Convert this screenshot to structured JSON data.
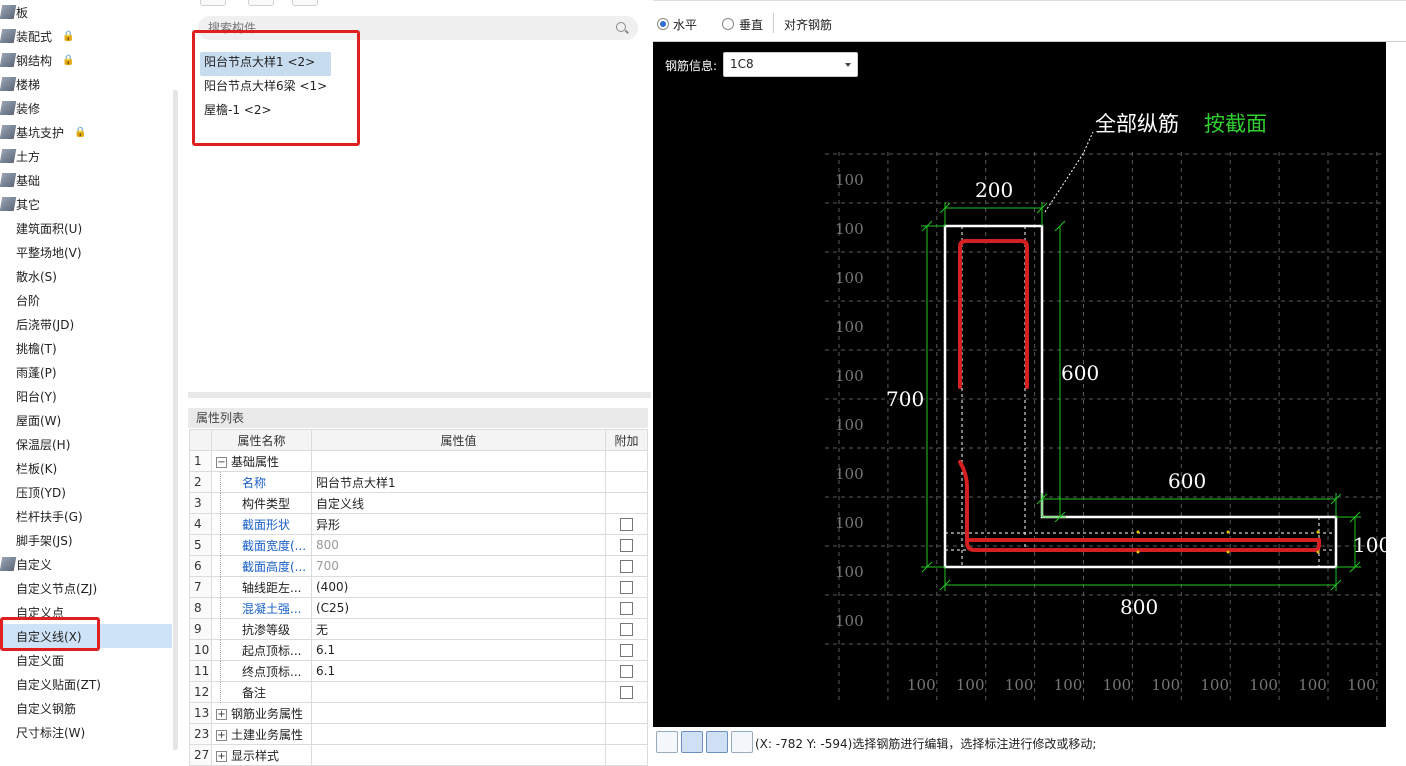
{
  "tree": {
    "items": [
      {
        "label": "板",
        "type": "group",
        "lock": false
      },
      {
        "label": "装配式",
        "type": "group",
        "lock": true
      },
      {
        "label": "钢结构",
        "type": "group",
        "lock": true
      },
      {
        "label": "楼梯",
        "type": "group",
        "lock": false
      },
      {
        "label": "装修",
        "type": "group",
        "lock": false
      },
      {
        "label": "基坑支护",
        "type": "group",
        "lock": true
      },
      {
        "label": "土方",
        "type": "group",
        "lock": false
      },
      {
        "label": "基础",
        "type": "group",
        "lock": false
      },
      {
        "label": "其它",
        "type": "group",
        "lock": false
      },
      {
        "label": "建筑面积(U)",
        "type": "leaf"
      },
      {
        "label": "平整场地(V)",
        "type": "leaf"
      },
      {
        "label": "散水(S)",
        "type": "leaf"
      },
      {
        "label": "台阶",
        "type": "leaf"
      },
      {
        "label": "后浇带(JD)",
        "type": "leaf"
      },
      {
        "label": "挑檐(T)",
        "type": "leaf"
      },
      {
        "label": "雨蓬(P)",
        "type": "leaf"
      },
      {
        "label": "阳台(Y)",
        "type": "leaf"
      },
      {
        "label": "屋面(W)",
        "type": "leaf"
      },
      {
        "label": "保温层(H)",
        "type": "leaf"
      },
      {
        "label": "栏板(K)",
        "type": "leaf"
      },
      {
        "label": "压顶(YD)",
        "type": "leaf"
      },
      {
        "label": "栏杆扶手(G)",
        "type": "leaf"
      },
      {
        "label": "脚手架(JS)",
        "type": "leaf"
      },
      {
        "label": "自定义",
        "type": "group",
        "lock": false
      },
      {
        "label": "自定义节点(ZJ)",
        "type": "leaf"
      },
      {
        "label": "自定义点",
        "type": "leaf"
      },
      {
        "label": "自定义线(X)",
        "type": "leaf",
        "selected": true
      },
      {
        "label": "自定义面",
        "type": "leaf"
      },
      {
        "label": "自定义贴面(ZT)",
        "type": "leaf"
      },
      {
        "label": "自定义钢筋",
        "type": "leaf"
      },
      {
        "label": "尺寸标注(W)",
        "type": "leaf"
      }
    ]
  },
  "components": {
    "search_placeholder": "搜索构件...",
    "items": [
      "阳台节点大样1 <2>",
      "阳台节点大样6梁 <1>",
      "屋檐-1 <2>"
    ]
  },
  "properties": {
    "title": "属性列表",
    "col_name": "属性名称",
    "col_value": "属性值",
    "col_extra": "附加",
    "rows": [
      {
        "num": "1",
        "name": "基础属性",
        "value": "",
        "kind": "group",
        "expand": "−",
        "check": false
      },
      {
        "num": "2",
        "name": "名称",
        "value": "阳台节点大样1",
        "kind": "blue",
        "check": false
      },
      {
        "num": "3",
        "name": "构件类型",
        "value": "自定义线",
        "kind": "child",
        "check": false
      },
      {
        "num": "4",
        "name": "截面形状",
        "value": "异形",
        "kind": "blue",
        "check": true
      },
      {
        "num": "5",
        "name": "截面宽度(...",
        "value": "800",
        "kind": "blue",
        "check": true,
        "grey": true
      },
      {
        "num": "6",
        "name": "截面高度(...",
        "value": "700",
        "kind": "blue",
        "check": true,
        "grey": true
      },
      {
        "num": "7",
        "name": "轴线距左...",
        "value": "(400)",
        "kind": "child",
        "check": true
      },
      {
        "num": "8",
        "name": "混凝土强...",
        "value": "(C25)",
        "kind": "blue",
        "check": true
      },
      {
        "num": "9",
        "name": "抗渗等级",
        "value": "无",
        "kind": "child",
        "check": true
      },
      {
        "num": "10",
        "name": "起点顶标...",
        "value": "6.1",
        "kind": "child",
        "check": true
      },
      {
        "num": "11",
        "name": "终点顶标...",
        "value": "6.1",
        "kind": "child",
        "check": true
      },
      {
        "num": "12",
        "name": "备注",
        "value": "",
        "kind": "child",
        "check": true
      },
      {
        "num": "13",
        "name": "钢筋业务属性",
        "value": "",
        "kind": "group",
        "expand": "+",
        "check": false
      },
      {
        "num": "23",
        "name": "土建业务属性",
        "value": "",
        "kind": "group",
        "expand": "+",
        "check": false
      },
      {
        "num": "27",
        "name": "显示样式",
        "value": "",
        "kind": "group",
        "expand": "+",
        "check": false
      }
    ]
  },
  "view": {
    "radio_horizontal": "水平",
    "radio_vertical": "垂直",
    "align_rebar": "对齐钢筋",
    "rebar_info_label": "钢筋信息:",
    "rebar_info_value": "1C8",
    "annotation_main": "全部纵筋",
    "annotation_green": "按截面",
    "dims": {
      "top": "200",
      "right_vertical": "600",
      "left_vertical": "700",
      "horizontal_top": "600",
      "right_small": "100",
      "bottom": "800"
    },
    "grid_label": "100",
    "status_text": "(X: -782 Y: -594)选择钢筋进行编辑，选择标注进行修改或移动;",
    "colors": {
      "canvas": "#000000",
      "section": "#ffffff",
      "rebar": "#d42020",
      "dim": "#22c422",
      "green_text": "#2fd02f",
      "highlight": "#e02020"
    }
  }
}
